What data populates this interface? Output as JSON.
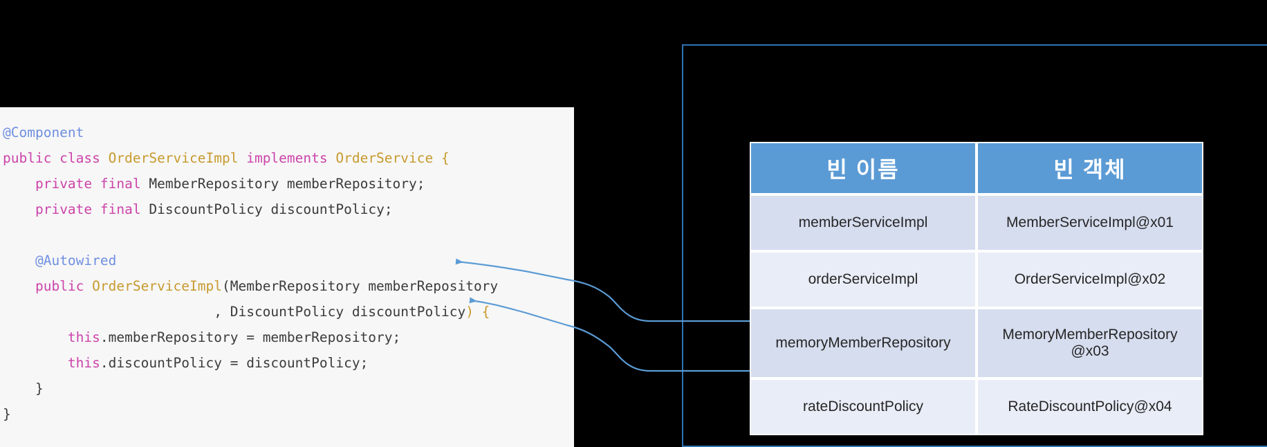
{
  "code_panel": {
    "language": "java",
    "lines": [
      [
        {
          "t": "@Component",
          "c": "ann"
        }
      ],
      [
        {
          "t": "public class ",
          "c": "kw"
        },
        {
          "t": "OrderServiceImpl",
          "c": "type"
        },
        {
          "t": " implements ",
          "c": "kw"
        },
        {
          "t": "OrderService",
          "c": "type"
        },
        {
          "t": " {",
          "c": "punc"
        }
      ],
      [
        {
          "t": "    ",
          "c": "plain"
        },
        {
          "t": "private final ",
          "c": "kw"
        },
        {
          "t": "MemberRepository",
          "c": "plain"
        },
        {
          "t": " memberRepository;",
          "c": "plain"
        }
      ],
      [
        {
          "t": "    ",
          "c": "plain"
        },
        {
          "t": "private final ",
          "c": "kw"
        },
        {
          "t": "DiscountPolicy",
          "c": "plain"
        },
        {
          "t": " discountPolicy;",
          "c": "plain"
        }
      ],
      [
        {
          "t": "",
          "c": "plain"
        }
      ],
      [
        {
          "t": "    ",
          "c": "plain"
        },
        {
          "t": "@Autowired",
          "c": "ann"
        }
      ],
      [
        {
          "t": "    ",
          "c": "plain"
        },
        {
          "t": "public ",
          "c": "kw"
        },
        {
          "t": "OrderServiceImpl",
          "c": "type"
        },
        {
          "t": "(MemberRepository memberRepository",
          "c": "plain"
        }
      ],
      [
        {
          "t": "                          , DiscountPolicy discountPolicy",
          "c": "plain"
        },
        {
          "t": ") {",
          "c": "punc"
        }
      ],
      [
        {
          "t": "        ",
          "c": "plain"
        },
        {
          "t": "this",
          "c": "kw"
        },
        {
          "t": ".memberRepository = memberRepository;",
          "c": "plain"
        }
      ],
      [
        {
          "t": "        ",
          "c": "plain"
        },
        {
          "t": "this",
          "c": "kw"
        },
        {
          "t": ".discountPolicy = discountPolicy;",
          "c": "plain"
        }
      ],
      [
        {
          "t": "    }",
          "c": "plain"
        }
      ],
      [
        {
          "t": "}",
          "c": "plain"
        }
      ]
    ]
  },
  "bean_table": {
    "headers": [
      "빈 이름",
      "빈 객체"
    ],
    "rows": [
      {
        "bean_name": "memberServiceImpl",
        "bean_object": "MemberServiceImpl@x01"
      },
      {
        "bean_name": "orderServiceImpl",
        "bean_object": "OrderServiceImpl@x02"
      },
      {
        "bean_name": "memoryMemberRepository",
        "bean_object": "MemoryMemberRepository\n@x03"
      },
      {
        "bean_name": "rateDiscountPolicy",
        "bean_object": "RateDiscountPolicy@x04"
      }
    ]
  },
  "colors": {
    "background": "#000000",
    "code_panel_bg": "#f7f7f7",
    "container_border": "#2e74b5",
    "table_header_bg": "#5b9bd5",
    "table_header_text": "#ffffff",
    "row_odd_bg": "#d6dddf",
    "row_even_bg": "#e9edf7",
    "connector_stroke": "#5b9bd5",
    "annotation_token": "#6f8fe0",
    "keyword_token": "#cc44aa",
    "type_token": "#c79a2e"
  },
  "connectors": [
    {
      "label": "memoryMemberRepository-to-memberRepository-param",
      "from": "memoryMemberRepository",
      "to": "memberRepository"
    },
    {
      "label": "rateDiscountPolicy-to-discountPolicy-param",
      "from": "rateDiscountPolicy",
      "to": "discountPolicy"
    }
  ]
}
